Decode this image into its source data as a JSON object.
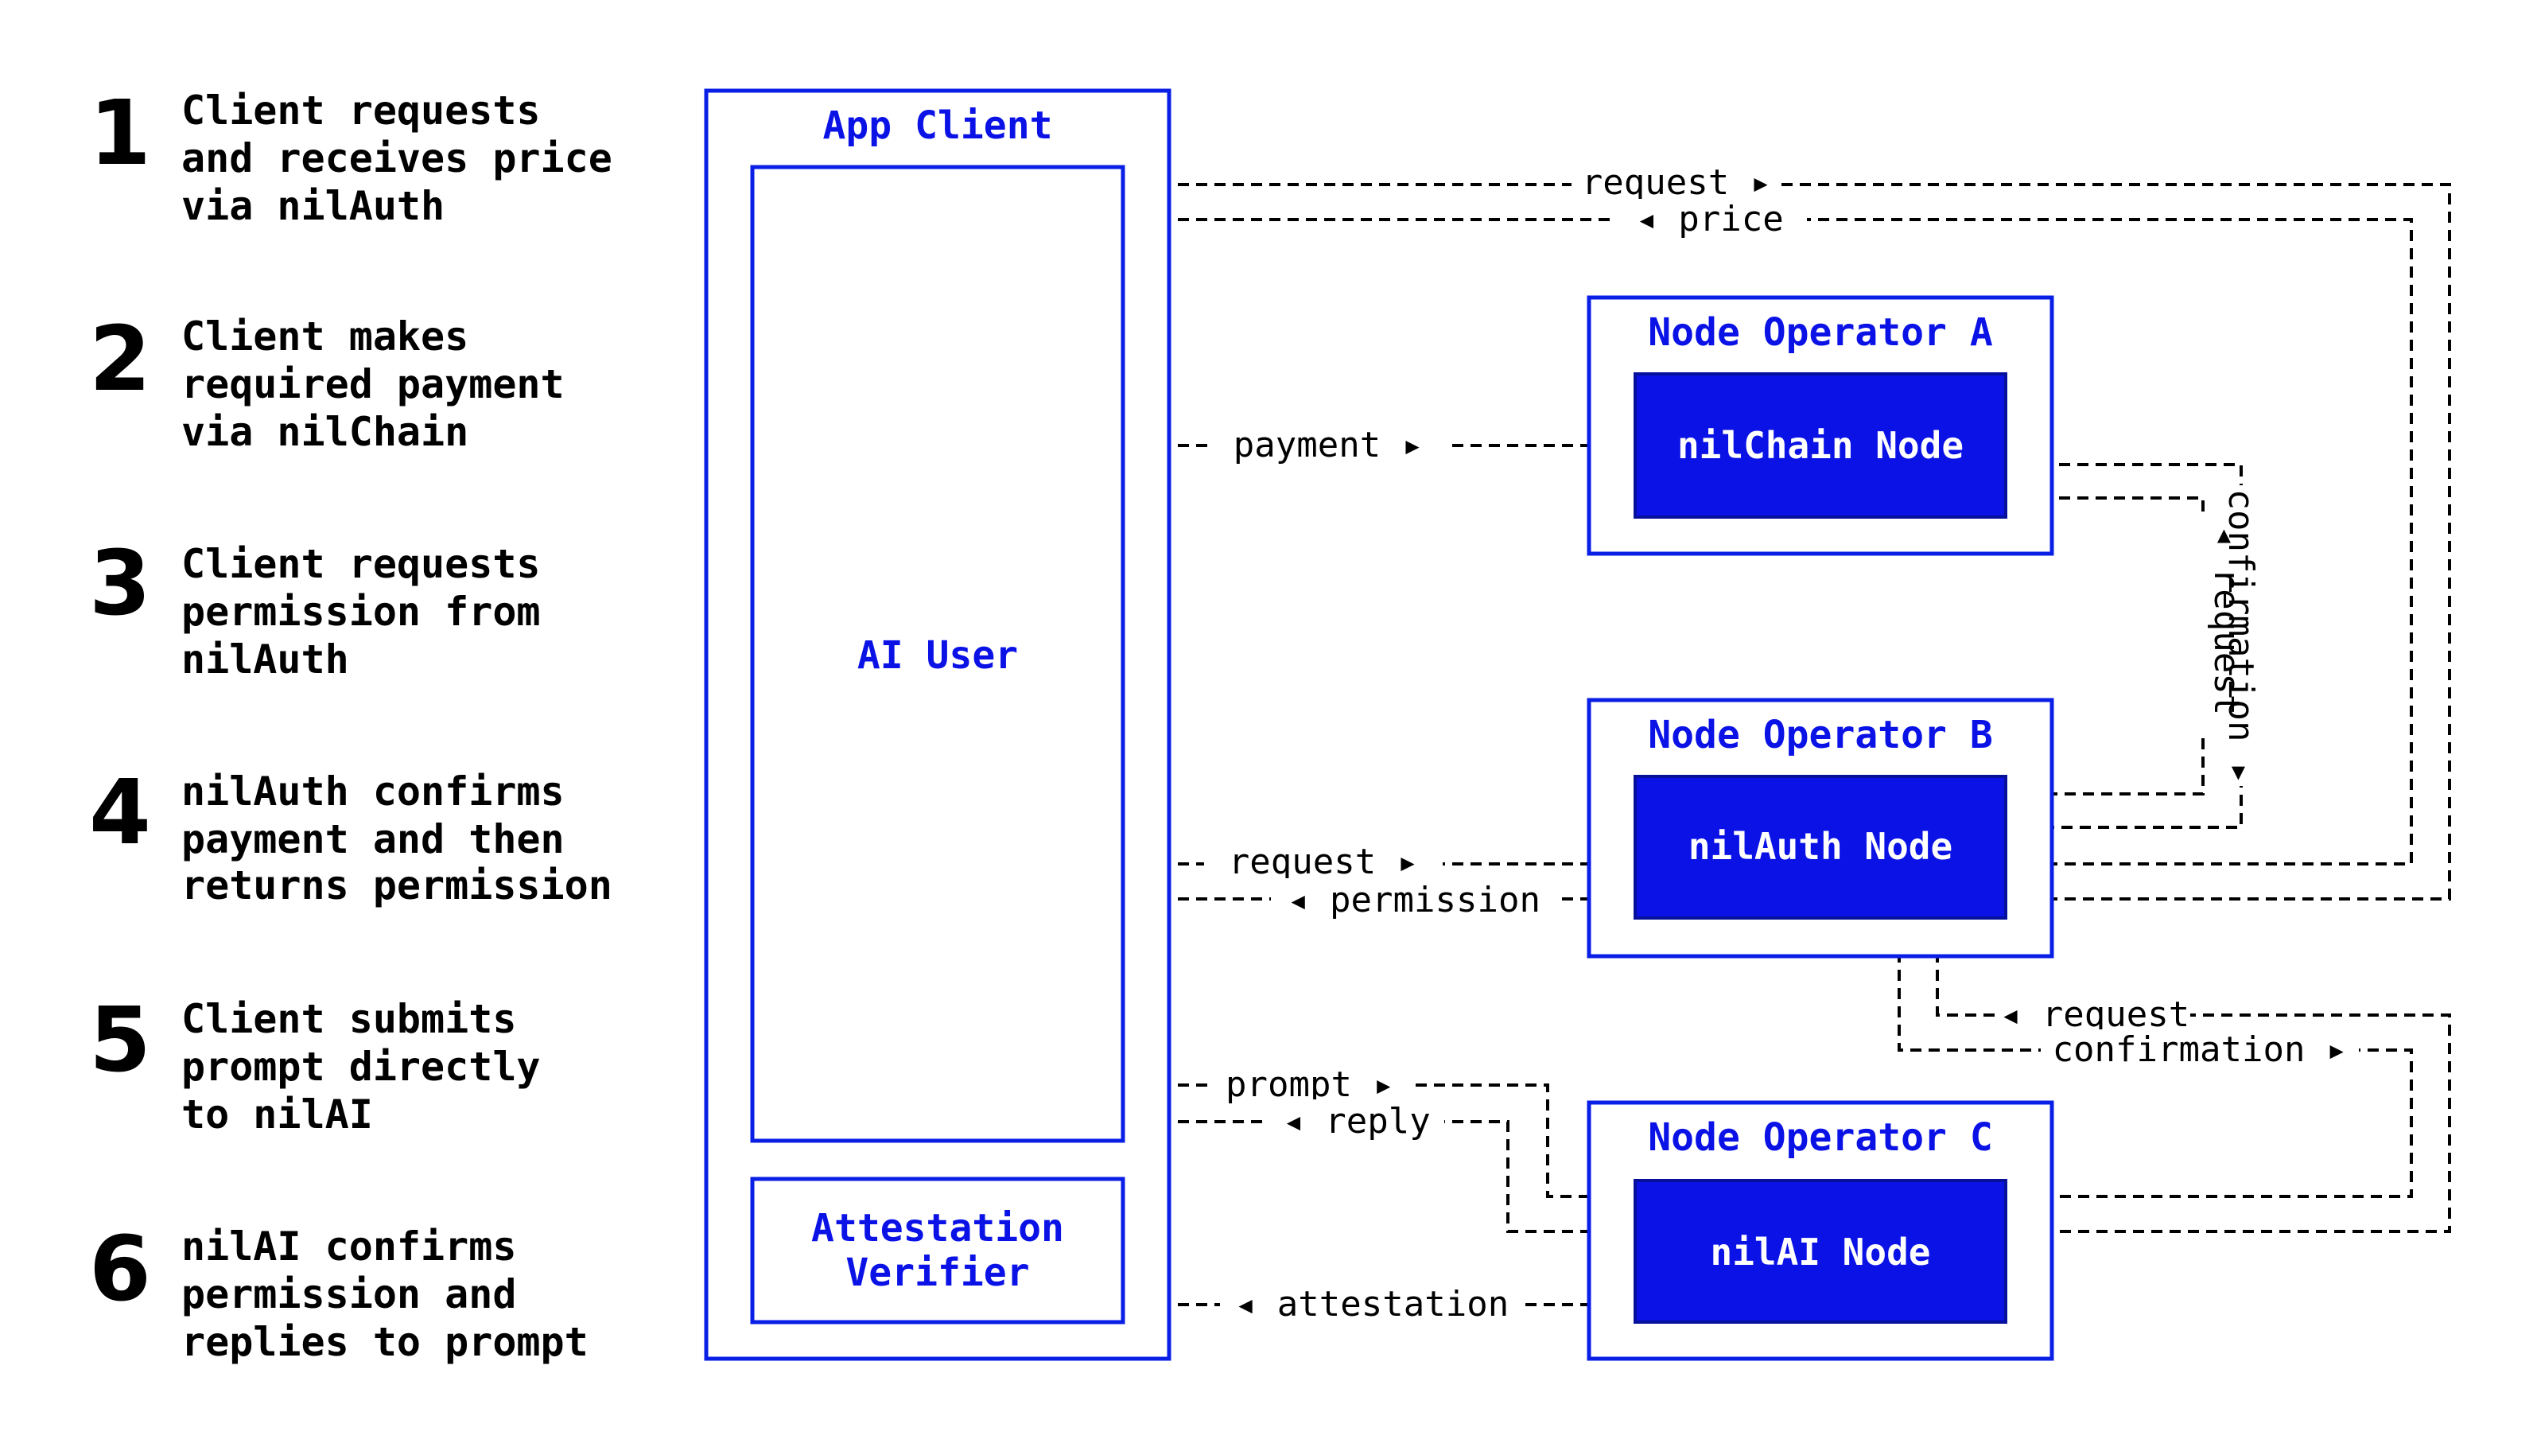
{
  "steps": [
    {
      "num": "1",
      "lines": [
        "Client requests",
        "and receives price",
        "via nilAuth"
      ]
    },
    {
      "num": "2",
      "lines": [
        "Client makes",
        "required payment",
        "via nilChain"
      ]
    },
    {
      "num": "3",
      "lines": [
        "Client requests",
        "permission from",
        "nilAuth"
      ]
    },
    {
      "num": "4",
      "lines": [
        "nilAuth confirms",
        "payment and then",
        "returns permission"
      ]
    },
    {
      "num": "5",
      "lines": [
        "Client submits",
        "prompt directly",
        "to nilAI"
      ]
    },
    {
      "num": "6",
      "lines": [
        "nilAI confirms",
        "permission and",
        "replies to prompt"
      ]
    }
  ],
  "app_client": {
    "title": "App Client",
    "ai_user": "AI User",
    "attestation_verifier": [
      "Attestation",
      "Verifier"
    ]
  },
  "operators": {
    "a": {
      "title": "Node Operator A",
      "node": "nilChain Node"
    },
    "b": {
      "title": "Node Operator B",
      "node": "nilAuth Node"
    },
    "c": {
      "title": "Node Operator C",
      "node": "nilAI Node"
    }
  },
  "edge_labels": {
    "request_1": "request ▸",
    "price": "◂ price",
    "payment": "payment ▸",
    "request_3": "request ▸",
    "permission": "◂ permission",
    "prompt": "prompt ▸",
    "reply": "◂ reply",
    "attestation": "◂ attestation",
    "confirmation_v": "confirmation ▸",
    "request_v": "◂ request",
    "request_c": "◂ request",
    "confirmation_c": "confirmation ▸"
  },
  "colors": {
    "accent": "#0a12e6",
    "ink": "#000000",
    "background": "#ffffff"
  }
}
